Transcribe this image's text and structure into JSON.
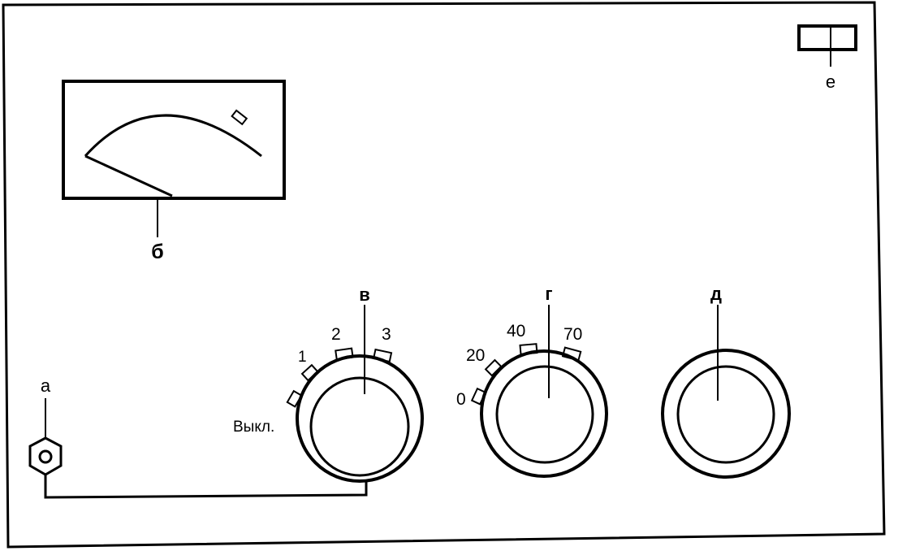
{
  "labels": {
    "a": "а",
    "b": "б",
    "v": "в",
    "g": "г",
    "d": "д",
    "e": "е"
  },
  "knob_v": {
    "scale": [
      "Выкл.",
      "1",
      "2",
      "3"
    ]
  },
  "knob_g": {
    "scale": [
      "0",
      "20",
      "40",
      "70"
    ]
  }
}
